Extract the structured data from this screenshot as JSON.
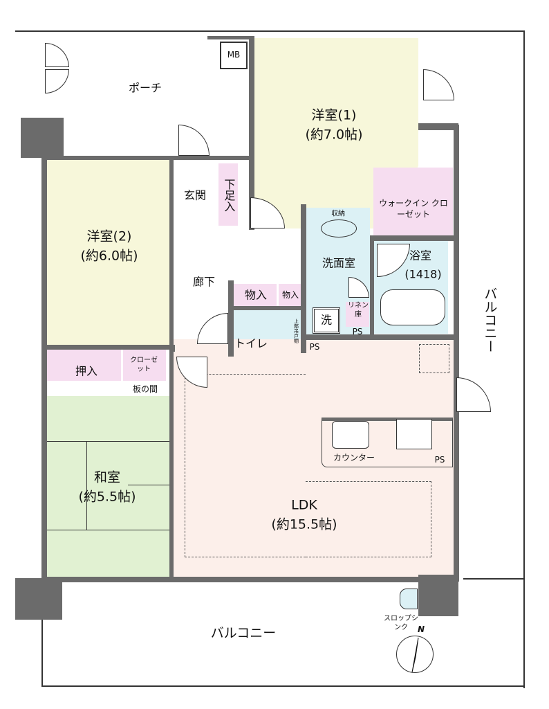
{
  "rooms": {
    "porch": "ポーチ",
    "mb": "MB",
    "western1_name": "洋室(1)",
    "western1_size": "(約7.0帖)",
    "western2_name": "洋室(2)",
    "western2_size": "(約6.0帖)",
    "entrance": "玄関",
    "shoe_storage": "下足入",
    "hallway": "廊下",
    "storage1": "物入",
    "storage2": "物入",
    "toilet": "トイレ",
    "upper_cabinet": "上部吊戸棚",
    "storage_top": "収納",
    "washroom": "洗面室",
    "washer": "洗",
    "linen": "リネン庫",
    "bath_name": "浴室",
    "bath_size": "(1418)",
    "wic": "ウォークイン クローゼット",
    "ps1": "PS",
    "ps2": "PS",
    "ps3": "PS",
    "counter": "カウンター",
    "ldk_name": "LDK",
    "ldk_size": "(約15.5帖)",
    "oshiire": "押入",
    "closet": "クローゼット",
    "itanoma": "板の間",
    "washitsu_name": "和室",
    "washitsu_size": "(約5.5帖)",
    "balcony_bottom": "バルコニー",
    "balcony_right": "バルコニー",
    "slop_sink": "スロップシンク",
    "north": "N"
  },
  "colors": {
    "wall": "#6b6b6b",
    "western": "#f7f7da",
    "wet": "#dcf1f5",
    "storage": "#f6ddf0",
    "ldk": "#fcefea",
    "tatami": "#e1f1d2"
  }
}
